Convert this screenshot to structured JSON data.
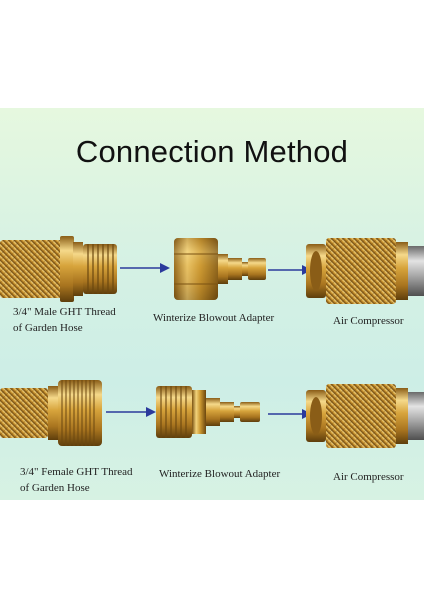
{
  "title": "Connection Method",
  "colors": {
    "brass": "#c9962f",
    "brass_light": "#f2d27a",
    "brass_dark": "#7a5212",
    "arrow": "#2b3a9c"
  },
  "rows": [
    {
      "source_label_line1": "3/4\" Male GHT Thread",
      "source_label_line2": "of Garden Hose",
      "adapter_label": "Winterize Blowout Adapter",
      "target_label": "Air Compressor"
    },
    {
      "source_label_line1": "3/4\" Female GHT Thread",
      "source_label_line2": "of Garden Hose",
      "adapter_label": "Winterize Blowout Adapter",
      "target_label": "Air Compressor"
    }
  ]
}
